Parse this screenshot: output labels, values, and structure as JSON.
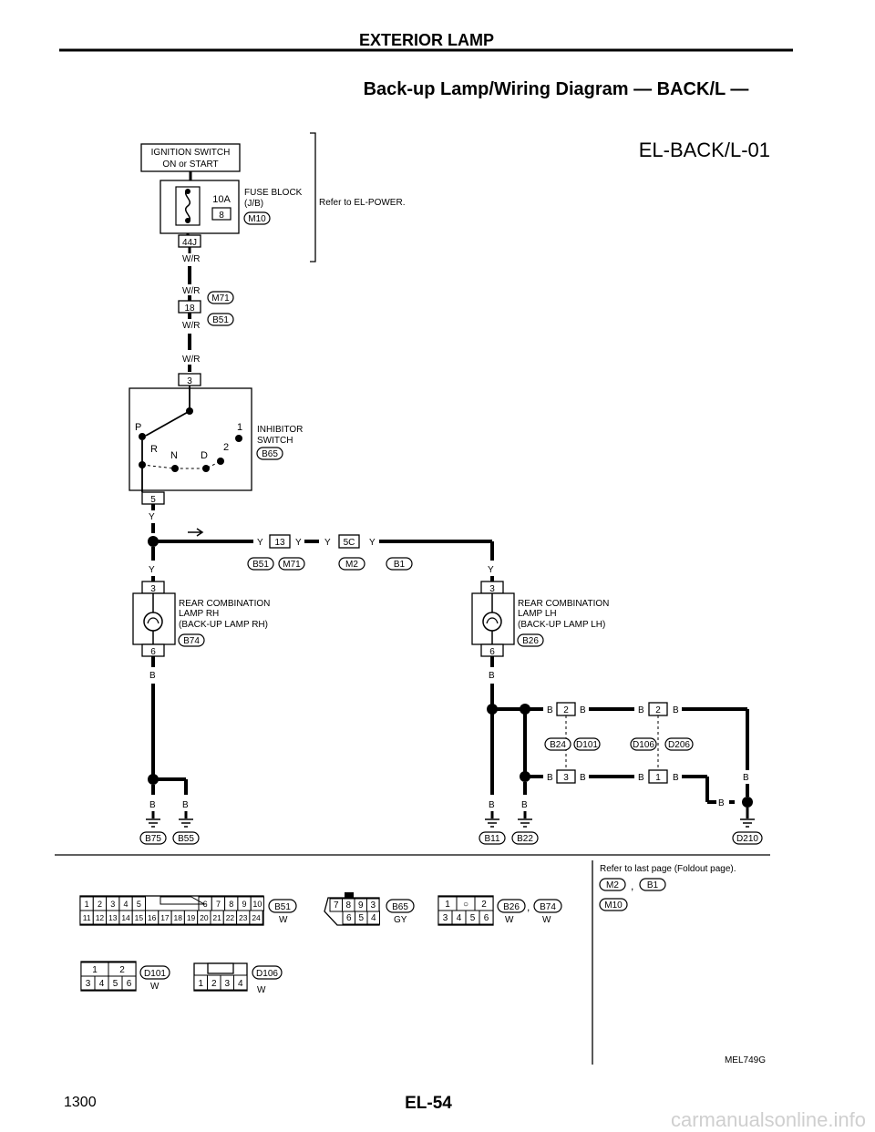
{
  "header": {
    "title": "EXTERIOR LAMP",
    "subtitle": "Back-up Lamp/Wiring Diagram — BACK/L —",
    "code": "EL-BACK/L-01"
  },
  "power": {
    "ignition_switch": [
      "IGNITION SWITCH",
      "ON or START"
    ],
    "fuse_rating": "10A",
    "fuse_no": "8",
    "fuse_block": [
      "FUSE BLOCK",
      "(J/B)"
    ],
    "fuse_conn": "M10",
    "fuse_pin": "44J",
    "refer_power": "Refer to EL-POWER."
  },
  "wires": {
    "wr": "W/R",
    "y": "Y",
    "b": "B"
  },
  "joint_m71_b51": {
    "conn_top": "M71",
    "pin": "18",
    "conn_bottom": "B51"
  },
  "inhibitor": {
    "label": [
      "INHIBITOR",
      "SWITCH"
    ],
    "conn": "B65",
    "pin_top": "3",
    "pin_bottom": "5",
    "positions": {
      "p": "P",
      "r": "R",
      "n": "N",
      "d": "D",
      "one": "1",
      "two": "2"
    }
  },
  "harness": {
    "pin13": "13",
    "pin5c": "5C",
    "b51": "B51",
    "m71": "M71",
    "m2": "M2",
    "b1": "B1"
  },
  "lamp_rh": {
    "label": [
      "REAR COMBINATION",
      "LAMP RH",
      "(BACK-UP LAMP RH)"
    ],
    "conn": "B74",
    "pin_top": "3",
    "pin_bottom": "6"
  },
  "lamp_lh": {
    "label": [
      "REAR COMBINATION",
      "LAMP LH",
      "(BACK-UP LAMP LH)"
    ],
    "conn": "B26",
    "pin_top": "3",
    "pin_bottom": "6"
  },
  "grounds": {
    "b75": "B75",
    "b55": "B55",
    "b11": "B11",
    "b22": "B22",
    "d210": "D210"
  },
  "lh_ground_net": {
    "p2a": "2",
    "p2b": "2",
    "p3": "3",
    "p1": "1",
    "b24": "B24",
    "d101": "D101",
    "d106": "D106",
    "d206": "D206"
  },
  "connector_views": {
    "b51_pins_top": [
      "1",
      "2",
      "3",
      "4",
      "5",
      "6",
      "7",
      "8",
      "9",
      "10"
    ],
    "b51_pins_bottom": [
      "11",
      "12",
      "13",
      "14",
      "15",
      "16",
      "17",
      "18",
      "19",
      "20",
      "21",
      "22",
      "23",
      "24"
    ],
    "b51_name": "B51",
    "b51_color": "W",
    "b65_pins_top": [
      "7",
      "8",
      "9",
      "3"
    ],
    "b65_pins_bottom": [
      "6",
      "5",
      "4"
    ],
    "b65_name": "B65",
    "b65_color": "GY",
    "b26_pins_top": [
      "1",
      "○",
      "2"
    ],
    "b26_pins_bottom": [
      "3",
      "4",
      "5",
      "6"
    ],
    "b26_name": "B26",
    "b74_name": "B74",
    "b26_color": "W",
    "b74_color": "W",
    "comma": ",",
    "d101_pins_top": [
      "1",
      "2"
    ],
    "d101_pins_bottom": [
      "3",
      "4",
      "5",
      "6"
    ],
    "d101_name": "D101",
    "d101_color": "W",
    "d106_pins": [
      "1",
      "2",
      "3",
      "4"
    ],
    "d106_name": "D106",
    "d106_color": "W"
  },
  "refer_foldout": {
    "text": "Refer to last page (Foldout page).",
    "m2": "M2",
    "b1": "B1",
    "m10": "M10"
  },
  "footer": {
    "code": "MEL749G",
    "page_left": "1300",
    "page_center": "EL-54",
    "watermark": "carmanualsonline.info"
  }
}
